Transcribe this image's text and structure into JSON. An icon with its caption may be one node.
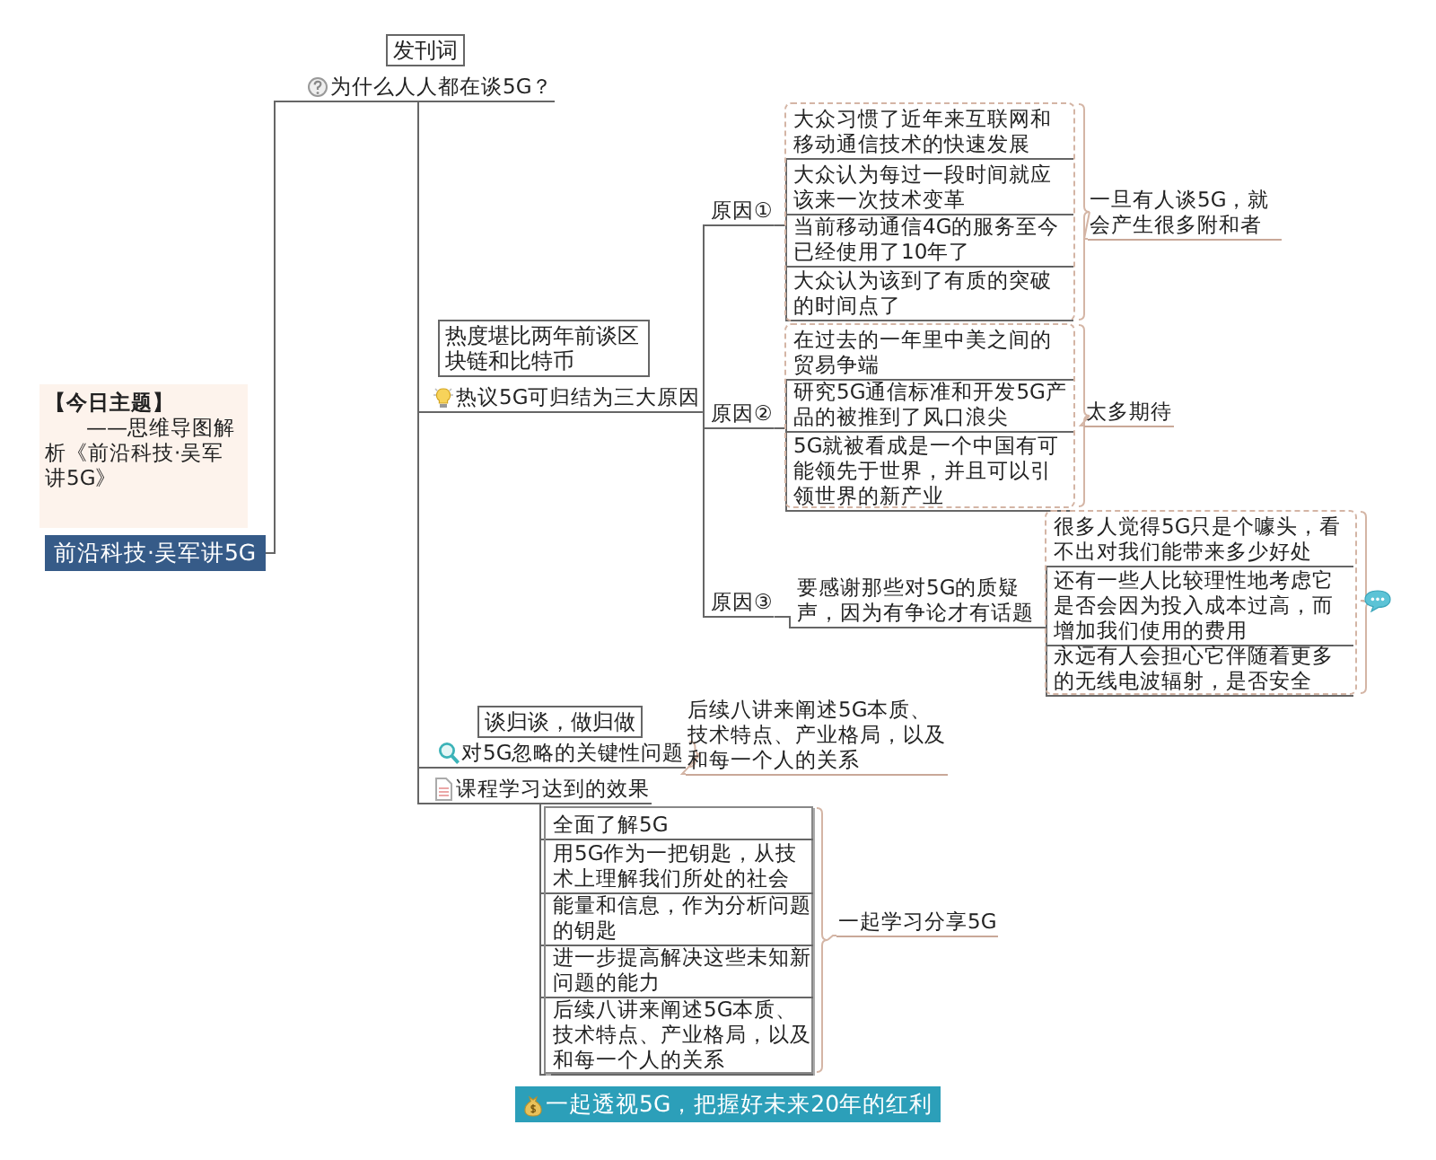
{
  "diagram": {
    "nodes": [
      {
        "text": [
          "【今日主题】",
          "——思维导图解析《前沿科技·吴军讲5G》"
        ]
      },
      {
        "text": [
          "前沿科技·吴军讲5G"
        ]
      },
      {
        "text": [
          "为什么人人都在谈5G？"
        ],
        "beside": [
          "发刊词"
        ]
      },
      {
        "text": [
          "热议5G可归结为三大原因"
        ],
        "beside": [
          "热度堪比两年前谈区块链和比特币"
        ]
      },
      {
        "text": [
          "原因①"
        ]
      },
      {
        "text": [],
        "shape": "box"
      },
      {
        "text": [
          "大众习惯了近年来互联网和移动通信技术的快速发展"
        ],
        "in": 5
      },
      {
        "text": [
          "大众认为每过一段时间就应该来一次技术变革"
        ],
        "in": 5
      },
      {
        "text": [
          "当前移动通信4G的服务至今已经使用了10年了"
        ],
        "in": 5
      },
      {
        "text": [
          "大众认为该到了有质的突破的时间点了"
        ],
        "in": 5
      },
      {
        "text": [
          "一旦有人谈5G，就会产生很多附和者"
        ]
      },
      {
        "text": [
          "原因②"
        ]
      },
      {
        "text": [],
        "shape": "box"
      },
      {
        "text": [
          "在过去的一年里中美之间的贸易争端"
        ],
        "in": 12
      },
      {
        "text": [
          "研究5G通信标准和开发5G产品的被推到了风口浪尖"
        ],
        "in": 12
      },
      {
        "text": [
          "5G就被看成是一个中国有可能领先于世界，并且可以引领世界的新产业"
        ],
        "in": 12
      },
      {
        "text": [
          "太多期待"
        ]
      },
      {
        "text": [
          "原因③"
        ]
      },
      {
        "text": [
          "要感谢那些对5G的质疑声，因为有争论才有话题"
        ]
      },
      {
        "text": [],
        "shape": "box"
      },
      {
        "text": [
          "很多人觉得5G只是个噱头，看不出对我们能带来多少好处"
        ],
        "in": 19
      },
      {
        "text": [
          "还有一些人比较理性地考虑它是否会因为投入成本过高，而增加我们使用的费用"
        ],
        "in": 19
      },
      {
        "text": [
          "永远有人会担心它伴随着更多的无线电波辐射，是否安全"
        ],
        "in": 19
      },
      {
        "text": [],
        "shape": "bubble"
      },
      {
        "text": [
          "对5G忽略的关键性问题"
        ],
        "beside": [
          "谈归谈，做归做"
        ]
      },
      {
        "text": [
          "后续八讲来阐述5G本质、技术特点、产业格局，以及和每一个人的关系"
        ]
      },
      {
        "text": [
          "课程学习达到的效果"
        ]
      },
      {
        "text": [],
        "shape": "box"
      },
      {
        "text": [
          "全面了解5G"
        ],
        "in": 27
      },
      {
        "text": [
          "用5G作为一把钥匙，从技术上理解我们所处的社会"
        ],
        "in": 27
      },
      {
        "text": [
          "能量和信息，作为分析问题的钥匙"
        ],
        "in": 27
      },
      {
        "text": [
          "进一步提高解决这些未知新问题的能力"
        ],
        "in": 27
      },
      {
        "text": [
          "后续八讲来阐述5G本质、技术特点、产业格局，以及和每一个人的关系"
        ],
        "in": 27
      },
      {
        "text": [
          "一起学习分享5G"
        ]
      },
      {
        "text": [
          "一起透视5G，把握好未来20年的红利"
        ]
      }
    ],
    "edges": [
      {
        "from": 1,
        "to": 2,
        "arrow": "none"
      },
      {
        "from": 2,
        "to": 3,
        "arrow": "none"
      },
      {
        "from": 2,
        "to": 24,
        "arrow": "none"
      },
      {
        "from": 2,
        "to": 26,
        "arrow": "none"
      },
      {
        "from": 3,
        "to": 4,
        "arrow": "none"
      },
      {
        "from": 3,
        "to": 11,
        "arrow": "none"
      },
      {
        "from": 3,
        "to": 17,
        "arrow": "none"
      },
      {
        "from": 4,
        "to": 6,
        "arrow": "none"
      },
      {
        "from": 4,
        "to": 7,
        "arrow": "none"
      },
      {
        "from": 4,
        "to": 8,
        "arrow": "none"
      },
      {
        "from": 4,
        "to": 9,
        "arrow": "none"
      },
      {
        "from": 5,
        "to": 10,
        "arrow": "none",
        "color": "#d4b5a5"
      },
      {
        "from": 11,
        "to": 13,
        "arrow": "none"
      },
      {
        "from": 11,
        "to": 14,
        "arrow": "none"
      },
      {
        "from": 11,
        "to": 15,
        "arrow": "none"
      },
      {
        "from": 12,
        "to": 16,
        "arrow": "none",
        "color": "#d4b5a5"
      },
      {
        "from": 17,
        "to": 18,
        "arrow": "none"
      },
      {
        "from": 18,
        "to": 20,
        "arrow": "none"
      },
      {
        "from": 18,
        "to": 21,
        "arrow": "none"
      },
      {
        "from": 18,
        "to": 22,
        "arrow": "none"
      },
      {
        "from": 19,
        "to": 23,
        "arrow": "none",
        "color": "#d4b5a5"
      },
      {
        "from": 24,
        "to": 25,
        "arrow": "none",
        "color": "#d4b5a5"
      },
      {
        "from": 26,
        "to": 28,
        "arrow": "none"
      },
      {
        "from": 26,
        "to": 29,
        "arrow": "none"
      },
      {
        "from": 26,
        "to": 30,
        "arrow": "none"
      },
      {
        "from": 26,
        "to": 31,
        "arrow": "none"
      },
      {
        "from": 26,
        "to": 32,
        "arrow": "none"
      },
      {
        "from": 27,
        "to": 33,
        "arrow": "none",
        "color": "#d4b5a5"
      }
    ]
  }
}
